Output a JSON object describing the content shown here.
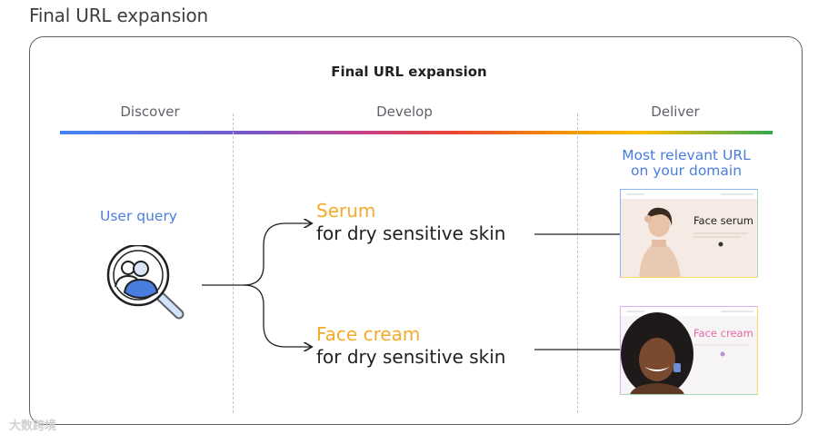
{
  "page_title": "Final URL expansion",
  "card": {
    "title": "Final URL expansion",
    "stages": [
      "Discover",
      "Develop",
      "Deliver"
    ]
  },
  "discover": {
    "label": "User query"
  },
  "develop": {
    "results": [
      {
        "product": "Serum",
        "description": "for dry sensitive skin"
      },
      {
        "product": "Face cream",
        "description": "for dry sensitive skin"
      }
    ]
  },
  "deliver": {
    "heading_line1": "Most relevant URL",
    "heading_line2": "on your domain",
    "pages": [
      {
        "title": "Face serum"
      },
      {
        "title": "Face cream"
      }
    ]
  },
  "watermark": "大数跨境",
  "colors": {
    "accent_blue": "#4a7de0",
    "product_yellow": "#f4ab2a",
    "face_cream_pink": "#e36ba4"
  }
}
